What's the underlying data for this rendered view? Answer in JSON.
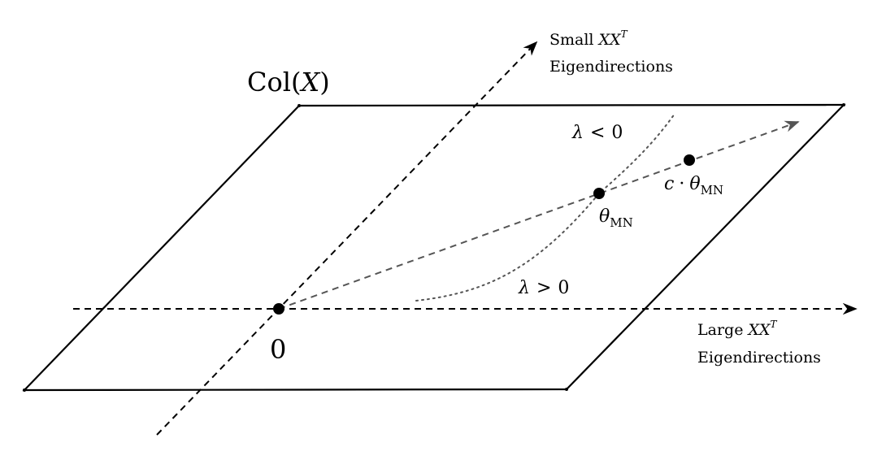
{
  "plane_label": {
    "prefix": "Col(",
    "var": "X",
    "suffix": ")"
  },
  "origin_label": "0",
  "small_axis": {
    "line1_prefix": "Small ",
    "line1_math": "XX",
    "line1_sup": "T",
    "line2": "Eigendirections"
  },
  "large_axis": {
    "line1_prefix": "Large ",
    "line1_math": "XX",
    "line1_sup": "T",
    "line2": "Eigendirections"
  },
  "lambda_neg": {
    "symbol": "λ",
    "rel": "<",
    "value": "0"
  },
  "lambda_pos": {
    "symbol": "λ",
    "rel": ">",
    "value": "0"
  },
  "theta_mn": {
    "symbol": "θ",
    "sub": "MN"
  },
  "c_theta_mn": {
    "coef": "c",
    "dot": "·",
    "symbol": "θ",
    "sub": "MN"
  }
}
